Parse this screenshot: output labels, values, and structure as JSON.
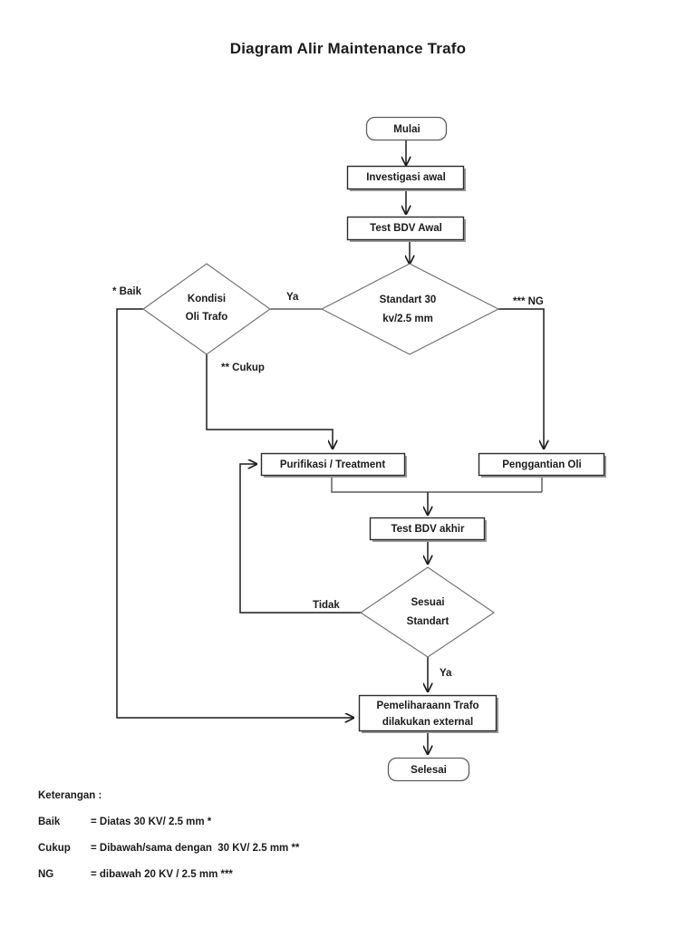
{
  "document": {
    "title": "Diagram Alir Maintenance Trafo"
  },
  "flow": {
    "nodes": {
      "start": "Mulai",
      "investigasi": "Investigasi awal",
      "test_bdv_awal": "Test BDV Awal",
      "kondisi_line1": "Kondisi",
      "kondisi_line2": "Oli Trafo",
      "standart_line1": "Standart  30",
      "standart_line2": "kv/2.5 mm",
      "purifikasi": "Purifikasi / Treatment",
      "penggantian": "Penggantian Oli",
      "test_bdv_akhir": "Test BDV akhir",
      "sesuai_line1": "Sesuai",
      "sesuai_line2": "Standart",
      "pemeliharaan_line1": "Pemeliharaann Trafo",
      "pemeliharaan_line2": "dilakukan external",
      "end": "Selesai"
    },
    "edge_labels": {
      "baik": "* Baik",
      "ya_kondisi": "Ya",
      "cukup": "** Cukup",
      "ng": "*** NG",
      "tidak": "Tidak",
      "ya_sesuai": "Ya"
    }
  },
  "legend": {
    "title": "Keterangan :",
    "rows": [
      {
        "key": "Baik",
        "value": "= Diatas 30 KV/ 2.5 mm *"
      },
      {
        "key": "Cukup",
        "value": "= Dibawah/sama dengan  30 KV/ 2.5 mm **"
      },
      {
        "key": "NG",
        "value": "= dibawah 20 KV / 2.5 mm ***"
      }
    ]
  },
  "colors": {
    "ink": "#1b1b1b",
    "box_stroke": "#2b2b2b",
    "diamond_stroke": "#6d6d6d",
    "shadow": "#9a9a9a",
    "background": "#ffffff"
  }
}
